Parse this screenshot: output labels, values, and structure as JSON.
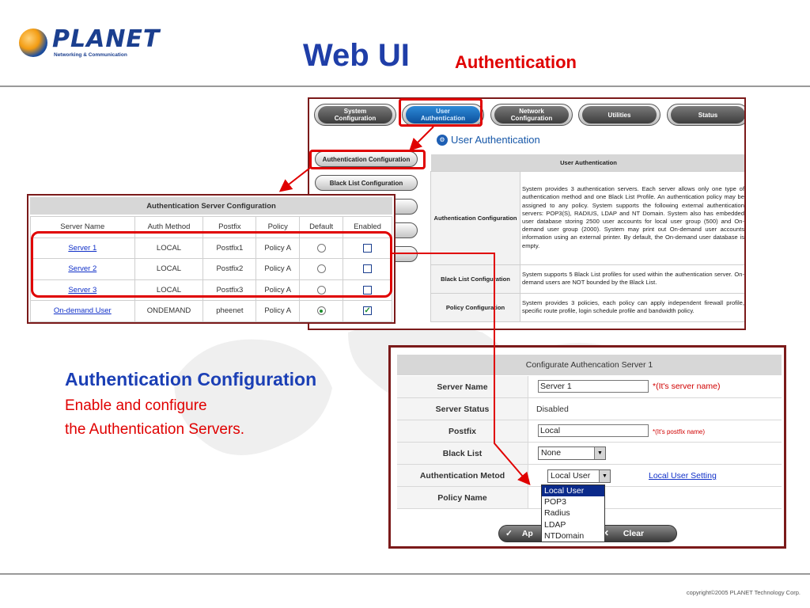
{
  "header": {
    "logo_name": "PLANET",
    "logo_sub": "Networking & Communication",
    "title_main": "Web UI",
    "title_sub": "Authentication"
  },
  "tabs": [
    {
      "label": "System\nConfiguration"
    },
    {
      "label": "User\nAuthentication"
    },
    {
      "label": "Network\nConfiguration"
    },
    {
      "label": "Utilities"
    },
    {
      "label": "Status"
    }
  ],
  "page_heading": "User Authentication",
  "side_buttons": [
    {
      "label": "Authentication Configuration"
    },
    {
      "label": "Black List Configuration"
    }
  ],
  "ua_table": {
    "header": "User Authentication",
    "rows": [
      {
        "label": "Authentication Configuration",
        "desc": "System provides 3 authentication servers. Each server allows only one type of authentication method and one Black List Profile. An authentication policy may be assigned to any policy. System supports the following external authentication servers: POP3(S), RADIUS, LDAP and NT Domain. System also has embedded user database storing 2500 user accounts for local user group (500) and On-demand user group (2000). System may print out On-demand user accounts information using an external printer. By default, the On-demand user database is empty."
      },
      {
        "label": "Black List Configuration",
        "desc": "System supports 5 Black List profiles for used within the authentication server. On-demand users are NOT bounded by the Black List."
      },
      {
        "label": "Policy Configuration",
        "desc": "System provides 3 policies, each policy can apply independent firewall profile, specific route profile, login schedule profile and bandwidth policy."
      }
    ]
  },
  "server_config": {
    "title": "Authentication Server Configuration",
    "columns": [
      "Server Name",
      "Auth Method",
      "Postfix",
      "Policy",
      "Default",
      "Enabled"
    ],
    "rows": [
      {
        "name": "Server 1",
        "method": "LOCAL",
        "postfix": "Postfix1",
        "policy": "Policy A",
        "default": false,
        "enabled": false
      },
      {
        "name": "Server 2",
        "method": "LOCAL",
        "postfix": "Postfix2",
        "policy": "Policy A",
        "default": false,
        "enabled": false
      },
      {
        "name": "Server 3",
        "method": "LOCAL",
        "postfix": "Postfix3",
        "policy": "Policy A",
        "default": false,
        "enabled": false
      },
      {
        "name": "On-demand User",
        "method": "ONDEMAND",
        "postfix": "pheenet",
        "policy": "Policy A",
        "default": true,
        "enabled": true
      }
    ]
  },
  "configure": {
    "title": "Configurate Authencation Server 1",
    "server_name_label": "Server Name",
    "server_name_value": "Server 1",
    "server_name_hint": "*(It's server name)",
    "server_status_label": "Server Status",
    "server_status_value": "Disabled",
    "postfix_label": "Postfix",
    "postfix_value": "Local",
    "postfix_hint": "*(It's postfix name)",
    "black_list_label": "Black List",
    "black_list_value": "None",
    "auth_method_label": "Authentication Metod",
    "auth_method_value": "Local User",
    "local_user_link": "Local User Setting",
    "policy_name_label": "Policy Name",
    "auth_options": [
      "Local User",
      "POP3",
      "Radius",
      "LDAP",
      "NTDomain"
    ],
    "apply_label": "Ap",
    "clear_label": "Clear"
  },
  "caption": {
    "heading": "Authentication Configuration",
    "line1": "Enable and configure",
    "line2": "the Authentication Servers."
  },
  "footer": {
    "copyright": "copyright©2005 PLANET Technology Corp."
  },
  "colors": {
    "highlight": "#e00000",
    "title_blue": "#1f3ea8",
    "frame": "#7b1a1a"
  }
}
